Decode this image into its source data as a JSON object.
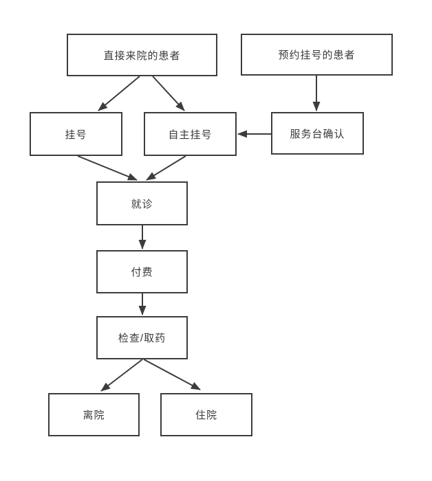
{
  "diagram": {
    "type": "flowchart",
    "nodes": {
      "direct": {
        "label": "直接来院的患者"
      },
      "appointment": {
        "label": "预约挂号的患者"
      },
      "register": {
        "label": "挂号"
      },
      "self_register": {
        "label": "自主挂号"
      },
      "service_desk": {
        "label": "服务台确认"
      },
      "consult": {
        "label": "就诊"
      },
      "pay": {
        "label": "付费"
      },
      "check": {
        "label": "检查/取药"
      },
      "leave": {
        "label": "离院"
      },
      "hospitalize": {
        "label": "住院"
      }
    },
    "edges": [
      {
        "from": "direct",
        "to": "register"
      },
      {
        "from": "direct",
        "to": "self_register"
      },
      {
        "from": "appointment",
        "to": "service_desk"
      },
      {
        "from": "service_desk",
        "to": "self_register"
      },
      {
        "from": "register",
        "to": "consult"
      },
      {
        "from": "self_register",
        "to": "consult"
      },
      {
        "from": "consult",
        "to": "pay"
      },
      {
        "from": "pay",
        "to": "check"
      },
      {
        "from": "check",
        "to": "leave"
      },
      {
        "from": "check",
        "to": "hospitalize"
      }
    ],
    "colors": {
      "line": "#3c3c3c",
      "text": "#3a3a3a",
      "box_bg": "#ffffff",
      "page_bg": "#ffffff"
    }
  }
}
